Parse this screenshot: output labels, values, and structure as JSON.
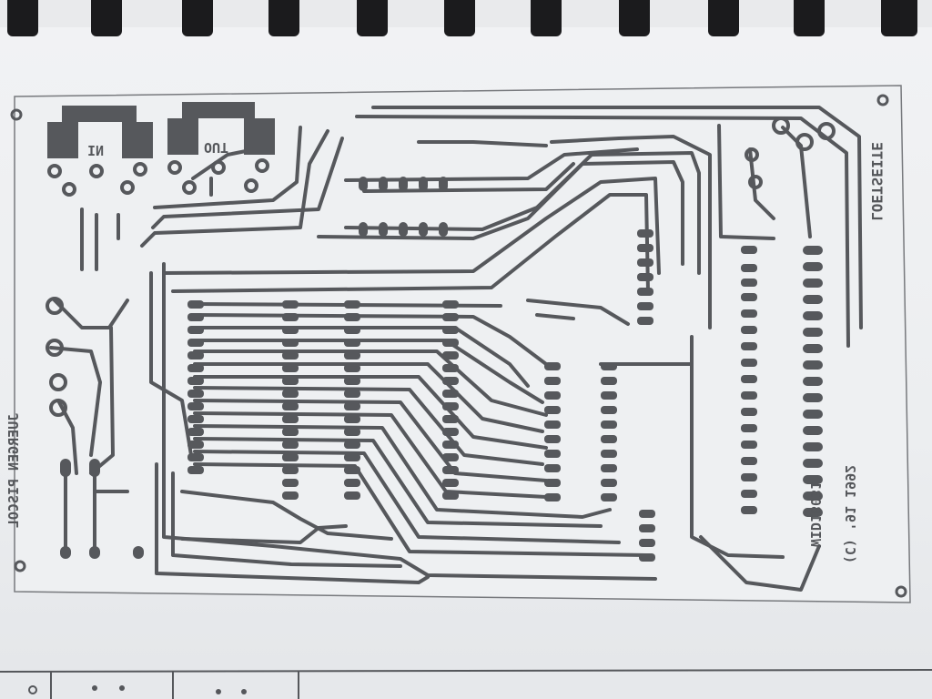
{
  "pcb": {
    "connector_in_label": "IN",
    "connector_out_label": "OUT",
    "author_label": "JUERGEN PISCOL",
    "code_label": "WID18031",
    "copyright_label": "(C) '91 1992",
    "title_label": "LOETSEITE"
  },
  "colors": {
    "copper": "#56585c",
    "page": "#eceef0",
    "binding": "#1b1b1d"
  }
}
